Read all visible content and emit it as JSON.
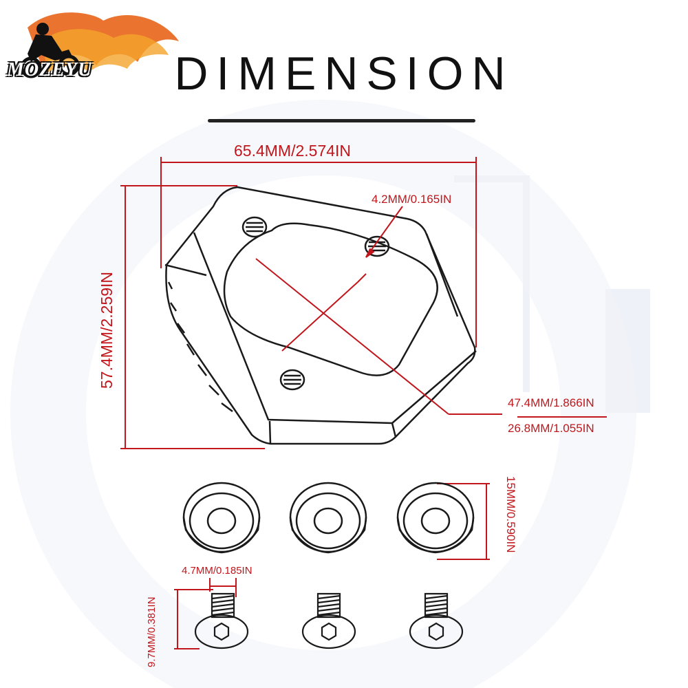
{
  "header": {
    "brand_logo_text": "MOZEYU",
    "title": "DIMENSION"
  },
  "dimensions": {
    "width": "65.4MM/2.574IN",
    "height": "57.4MM/2.259IN",
    "hole": "4.2MM/0.165IN",
    "diagonal_long": "47.4MM/1.866IN",
    "diagonal_short": "26.8MM/1.055IN",
    "washer_diameter": "15MM/0.590IN",
    "screw_diameter": "4.7MM/0.185IN",
    "screw_length": "9.7MM/0.381IN"
  },
  "colors": {
    "dimension": "#c0161c",
    "outline": "#1a1a1a",
    "watermark": "#eef1f7",
    "logo_flame": "#e8641a",
    "logo_text": "#ffffff"
  }
}
